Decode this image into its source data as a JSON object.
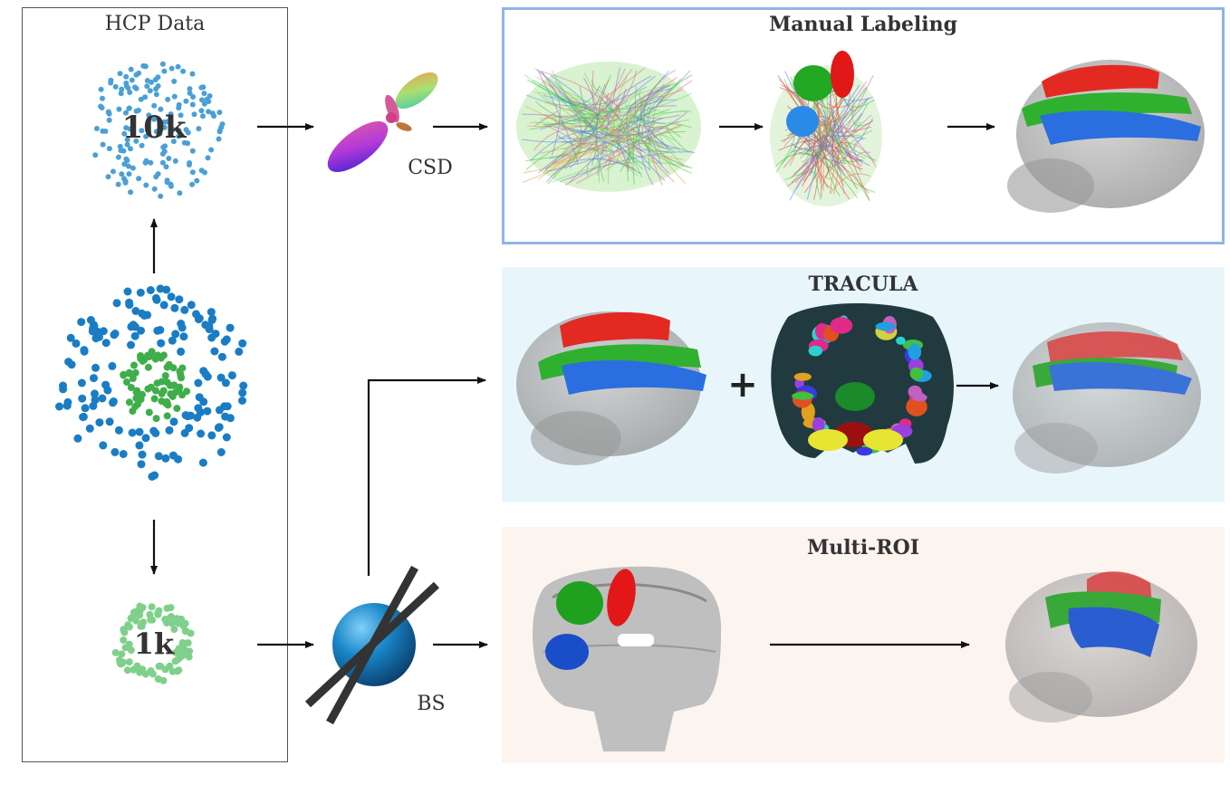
{
  "hcp": {
    "title": "HCP Data",
    "top_sphere_label": "10k",
    "bottom_sphere_label": "1k"
  },
  "methods": {
    "csd_label": "CSD",
    "bs_label": "BS",
    "plus_sign": "+"
  },
  "panels": {
    "manual": {
      "title": "Manual Labeling"
    },
    "tracula": {
      "title": "TRACULA"
    },
    "multiroi": {
      "title": "Multi-ROI"
    }
  },
  "colors": {
    "panel_border_manual": "#8fb4ea",
    "panel_bg_tracula": "#e8f6fc",
    "panel_bg_multiroi": "#fcf4ef",
    "dots_10k": "#4aa0d6",
    "dots_dense_blue": "#1a7dc4",
    "dots_green": "#3fae4a",
    "dots_1k": "#7fd08a",
    "bundle_red": "#e22a22",
    "bundle_green": "#2fb02f",
    "bundle_blue": "#2a6ee0"
  }
}
